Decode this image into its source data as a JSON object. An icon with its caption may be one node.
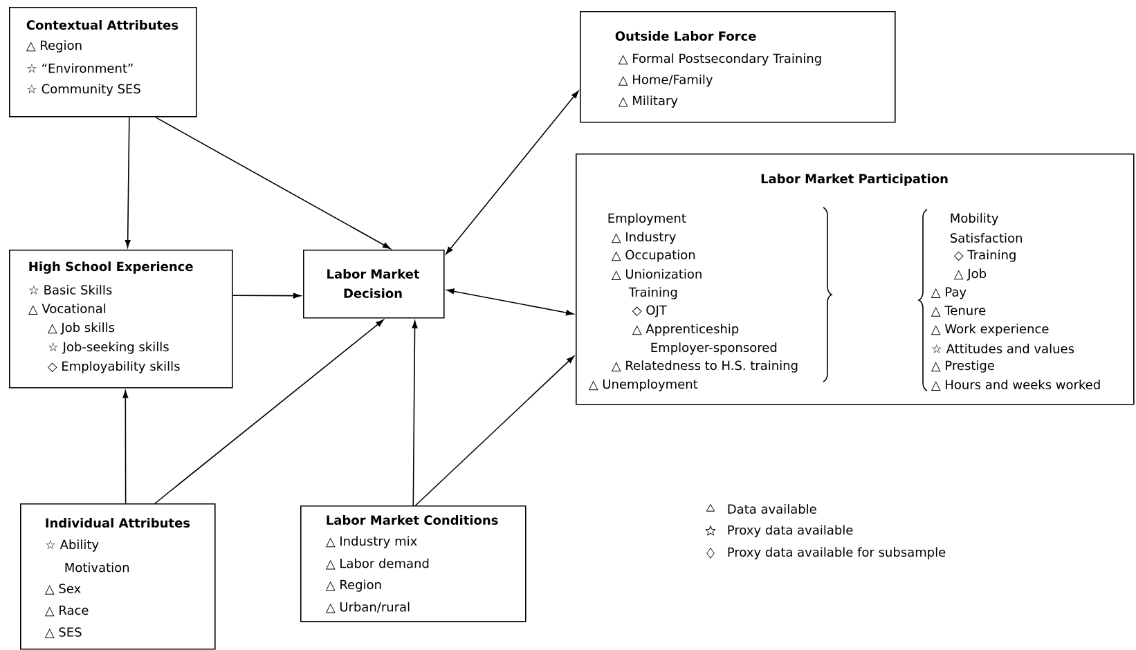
{
  "diagram": {
    "nodes": [
      {
        "text": [
          "Contextual Attributes",
          "△ Region",
          "☆ “Environment”",
          "☆ Community SES"
        ]
      },
      {
        "text": [
          "High School Experience",
          "☆ Basic Skills",
          "△ Vocational",
          "△ Job skills",
          "☆ Job-seeking skills",
          "◇ Employability skills"
        ]
      },
      {
        "text": [
          "Labor Market Decision"
        ]
      },
      {
        "text": [
          "Outside Labor Force",
          "△ Formal Postsecondary Training",
          "△ Home/Family",
          "△ Military"
        ]
      },
      {
        "text": [
          "Labor Market Participation",
          "Employment",
          "△ Industry",
          "△ Occupation",
          "△ Unionization",
          "Training",
          "◇ OJT",
          "△ Apprenticeship",
          "Employer-sponsored",
          "△ Relatedness to H.S. training",
          "△ Unemployment",
          "Mobility",
          "Satisfaction",
          "◇ Training",
          "△ Job",
          "△ Pay",
          "△ Tenure",
          "△ Work experience",
          "☆ Attitudes and values",
          "△ Prestige",
          "△ Hours and weeks worked"
        ]
      },
      {
        "text": [
          "Individual Attributes",
          "☆ Ability",
          "Motivation",
          "△ Sex",
          "△ Race",
          "△ SES"
        ]
      },
      {
        "text": [
          "Labor Market Conditions",
          "△ Industry mix",
          "△ Labor demand",
          "△ Region",
          "△ Urban/rural"
        ]
      }
    ],
    "edges": [
      {
        "from": 0,
        "to": 1,
        "arrow": "to"
      },
      {
        "from": 0,
        "to": 2,
        "arrow": "to"
      },
      {
        "from": 1,
        "to": 2,
        "arrow": "to"
      },
      {
        "from": 5,
        "to": 1,
        "arrow": "to"
      },
      {
        "from": 5,
        "to": 2,
        "arrow": "to"
      },
      {
        "from": 6,
        "to": 2,
        "arrow": "to"
      },
      {
        "from": 6,
        "to": 4,
        "arrow": "to"
      },
      {
        "from": 2,
        "to": 3,
        "arrow": "both"
      },
      {
        "from": 2,
        "to": 4,
        "arrow": "both"
      }
    ],
    "legend": [
      {
        "text": "Data available"
      },
      {
        "text": "Proxy data available"
      },
      {
        "text": "Proxy data available for subsample"
      }
    ]
  }
}
